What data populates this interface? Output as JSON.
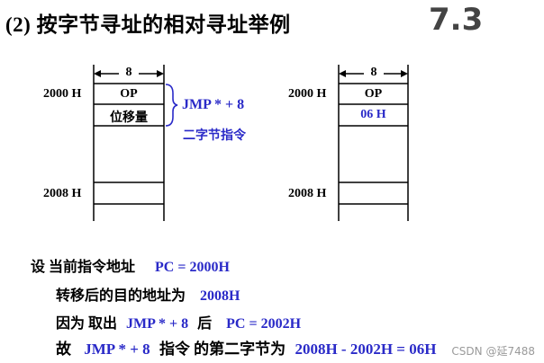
{
  "header": {
    "title": "(2) 按字节寻址的相对寻址举例",
    "section": "7.3"
  },
  "left_diagram": {
    "width_label": "8",
    "addr_top": "2000 H",
    "addr_bottom": "2008 H",
    "cell1": "OP",
    "cell2": "位移量",
    "annotation_instr": "JMP * + 8",
    "annotation_note": "二字节指令"
  },
  "right_diagram": {
    "width_label": "8",
    "addr_top": "2000 H",
    "addr_bottom": "2008 H",
    "cell1": "OP",
    "cell2": "06 H"
  },
  "text": {
    "line1_label": "设  当前指令地址",
    "line1_value": "PC = 2000H",
    "line2_label": "转移后的目的地址为",
    "line2_value": "2008H",
    "line3_label1": "因为  取出",
    "line3_instr": "JMP * + 8",
    "line3_label2": "后",
    "line3_value": "PC = 2002H",
    "line4_label1": "故",
    "line4_instr": "JMP * + 8",
    "line4_label2": "指令  的第二字节为",
    "line4_value": "2008H - 2002H = 06H"
  },
  "watermark": "CSDN @延7488",
  "colors": {
    "accent": "#2a2ac8"
  }
}
